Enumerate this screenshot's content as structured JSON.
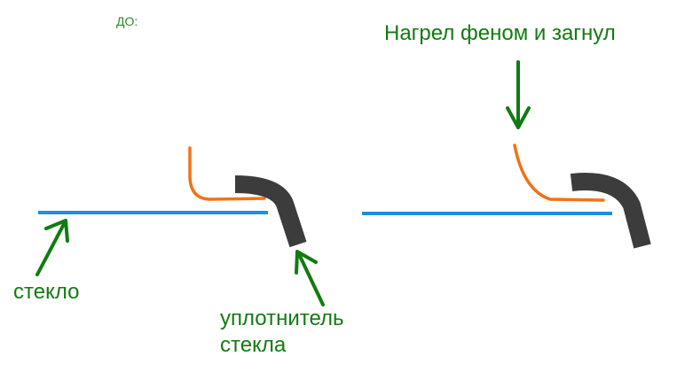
{
  "labels": {
    "before": "ДО:",
    "after_note": "Нагрел феном и загнул",
    "glass": "стекло",
    "seal_line1": "уплотнитель",
    "seal_line2": "стекла"
  },
  "colors": {
    "glass": "#1a8fe0",
    "edge": "#f07318",
    "seal": "#3c3c3c",
    "arrow_text": "#127a12",
    "small_text": "#2e8b2e"
  }
}
